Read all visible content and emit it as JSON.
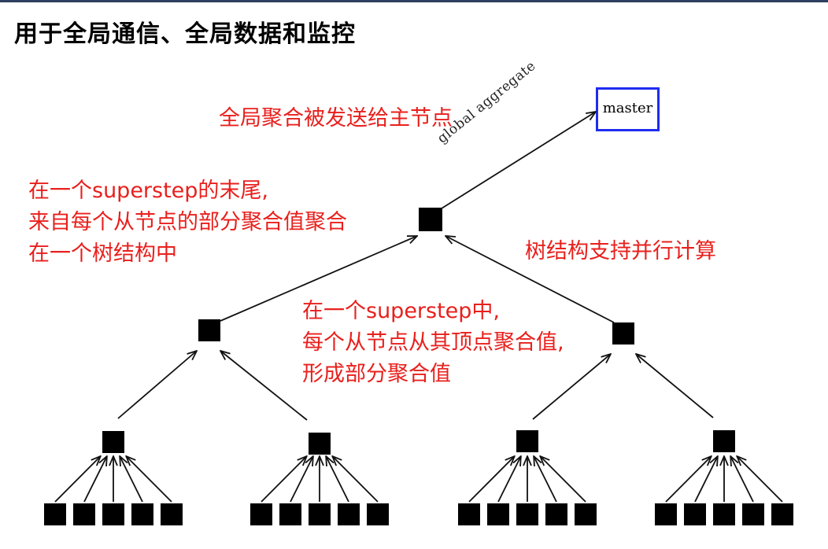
{
  "title": "用于全局通信、全局数据和监控",
  "notes": {
    "global_sent": "全局聚合被发送给主节点",
    "superstep_end": [
      "在一个superstep的末尾,",
      "来自每个从节点的部分聚合值聚合",
      "在一个树结构中"
    ],
    "parallel": "树结构支持并行计算",
    "in_superstep": [
      "在一个superstep中,",
      "每个从节点从其顶点聚合值,",
      "形成部分聚合值"
    ]
  },
  "master": {
    "label": "master"
  },
  "edge_label": "global aggregate",
  "colors": {
    "note": "#e8201d",
    "master_border": "#1f2cf0",
    "node": "#000000"
  }
}
